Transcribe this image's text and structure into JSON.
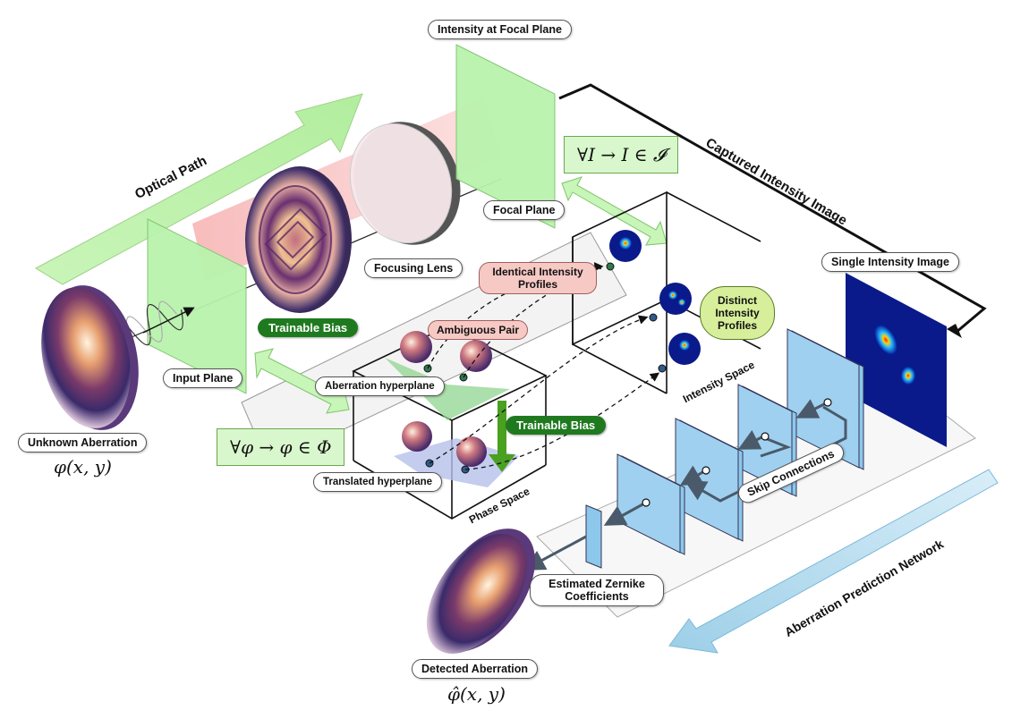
{
  "labels": {
    "intensity_focal_plane": "Intensity at Focal Plane",
    "optical_path": "Optical Path",
    "captured_intensity_image": "Captured Intensity Image",
    "focal_plane": "Focal Plane",
    "focusing_lens": "Focusing Lens",
    "trainable_bias_top": "Trainable Bias",
    "trainable_bias_mid": "Trainable Bias",
    "input_plane": "Input Plane",
    "unknown_aberration": "Unknown Aberration",
    "unknown_aberration_math": "φ(x, y)",
    "identical_profiles": "Identical Intensity Profiles",
    "ambiguous_pair": "Ambiguous Pair",
    "aberration_hyperplane": "Aberration hyperplane",
    "translated_hyperplane": "Translated hyperplane",
    "phase_space": "Phase Space",
    "intensity_space": "Intensity Space",
    "distinct_profiles": "Distinct Intensity Profiles",
    "single_intensity_image": "Single Intensity Image",
    "skip_connections": "Skip Connections",
    "aberration_prediction_network": "Aberration Prediction Network",
    "estimated_zernike": "Estimated Zernike Coefficients",
    "detected_aberration": "Detected Aberration",
    "detected_aberration_math": "φ̂(x, y)",
    "intensity_set_formula": "∀I → I ∈ 𝓘",
    "phase_set_formula": "∀φ → φ ∈ Φ"
  },
  "colors": {
    "plane_green": "#b9f3ad",
    "arrow_green": "#c8f5b8",
    "beam_red": "#f4a3a3",
    "conv_blue": "#9fd0f0",
    "arrow_blue": "#bfe3f2",
    "trainable_green": "#1f7a1f",
    "hyperplane_green": "#8fd48f",
    "hyperplane_blue": "#b7c1ea"
  }
}
